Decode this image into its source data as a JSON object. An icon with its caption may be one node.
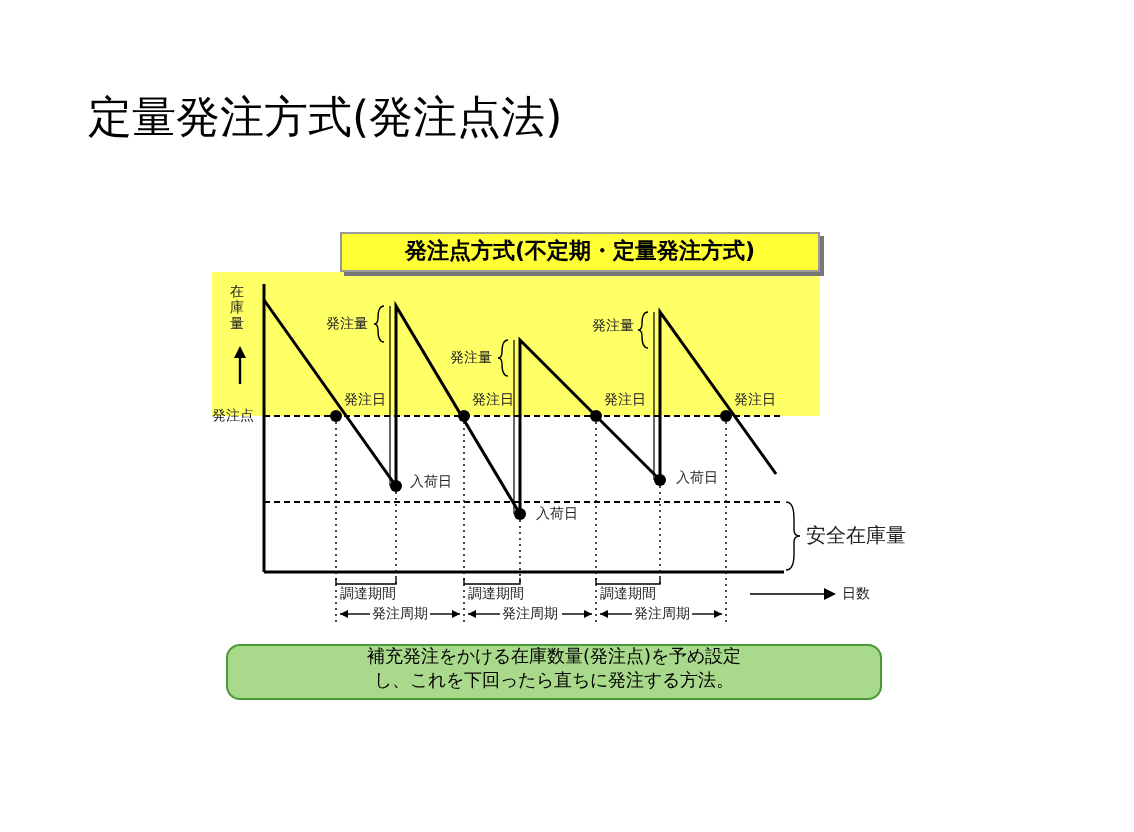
{
  "diagram": {
    "title": "定量発注方式(発注点法)",
    "nodes": [
      {
        "text": [
          "発注点方式(不定期・定量発注方式)"
        ]
      },
      {
        "text": [
          "補充発注をかける在庫数量(発注点)を予め設定し、これを下回ったら直ちに発注する方法。"
        ]
      }
    ],
    "labels": [
      "在庫量",
      "発注量",
      "発注量",
      "発注量",
      "発注日",
      "発注日",
      "発注日",
      "発注日",
      "発注点",
      "入荷日",
      "入荷日",
      "入荷日",
      "安全在庫量",
      "調達期間",
      "調達期間",
      "調達期間",
      "日数",
      "発注周期",
      "発注周期",
      "発注周期"
    ]
  }
}
